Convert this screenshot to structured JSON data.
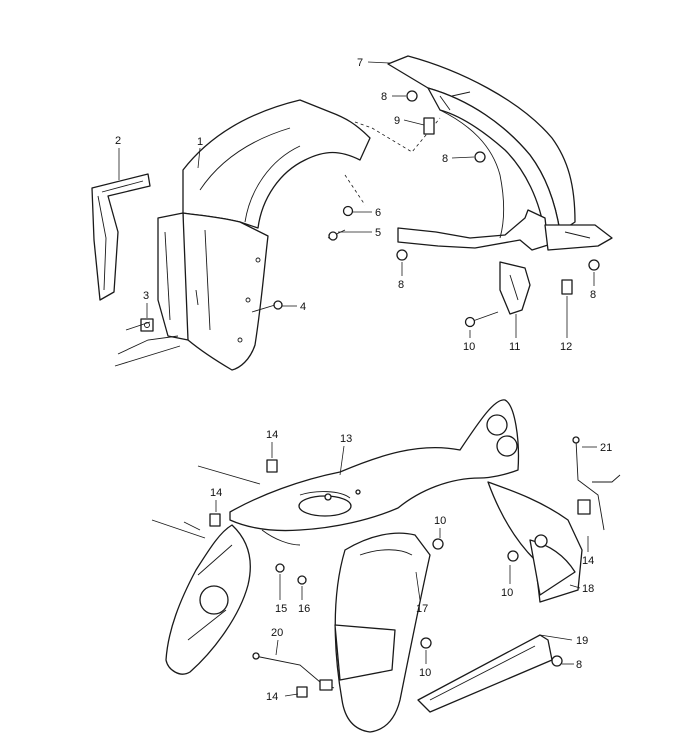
{
  "callouts": [
    {
      "id": "c1",
      "label": "1"
    },
    {
      "id": "c2",
      "label": "2"
    },
    {
      "id": "c3",
      "label": "3"
    },
    {
      "id": "c4",
      "label": "4"
    },
    {
      "id": "c5",
      "label": "5"
    },
    {
      "id": "c6",
      "label": "6"
    },
    {
      "id": "c7",
      "label": "7"
    },
    {
      "id": "c8a",
      "label": "8"
    },
    {
      "id": "c9",
      "label": "9"
    },
    {
      "id": "c8b",
      "label": "8"
    },
    {
      "id": "c8c",
      "label": "8"
    },
    {
      "id": "c8d",
      "label": "8"
    },
    {
      "id": "c10a",
      "label": "10"
    },
    {
      "id": "c11",
      "label": "11"
    },
    {
      "id": "c12",
      "label": "12"
    },
    {
      "id": "c13",
      "label": "13"
    },
    {
      "id": "c14a",
      "label": "14"
    },
    {
      "id": "c14b",
      "label": "14"
    },
    {
      "id": "c10b",
      "label": "10"
    },
    {
      "id": "c21",
      "label": "21"
    },
    {
      "id": "c14c",
      "label": "14"
    },
    {
      "id": "c10c",
      "label": "10"
    },
    {
      "id": "c18",
      "label": "18"
    },
    {
      "id": "c15",
      "label": "15"
    },
    {
      "id": "c16",
      "label": "16"
    },
    {
      "id": "c17",
      "label": "17"
    },
    {
      "id": "c20",
      "label": "20"
    },
    {
      "id": "c10d",
      "label": "10"
    },
    {
      "id": "c19",
      "label": "19"
    },
    {
      "id": "c8e",
      "label": "8"
    },
    {
      "id": "c14d",
      "label": "14"
    }
  ]
}
